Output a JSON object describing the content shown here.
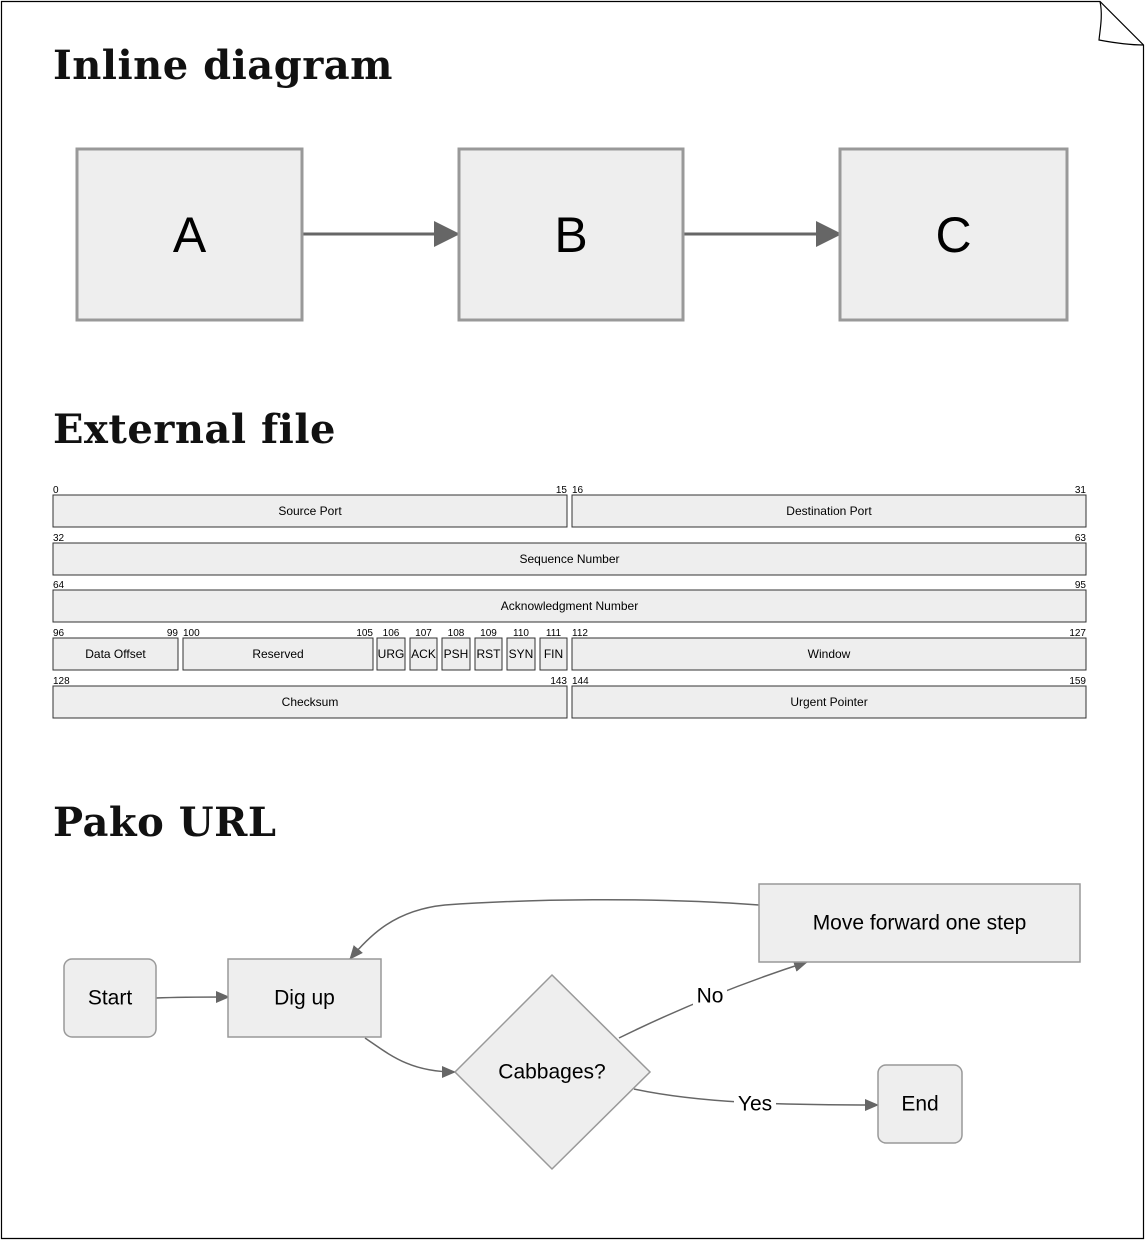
{
  "sections": {
    "inline_title": "Inline diagram",
    "external_title": "External file",
    "pako_title": "Pako URL"
  },
  "inline_diagram": {
    "nodes": [
      "A",
      "B",
      "C"
    ]
  },
  "packet": {
    "rows": [
      [
        {
          "label": "Source Port",
          "start": "0",
          "end": "15"
        },
        {
          "label": "Destination Port",
          "start": "16",
          "end": "31"
        }
      ],
      [
        {
          "label": "Sequence Number",
          "start": "32",
          "end": "63"
        }
      ],
      [
        {
          "label": "Acknowledgment Number",
          "start": "64",
          "end": "95"
        }
      ],
      [
        {
          "label": "Data Offset",
          "start": "96",
          "end": "99"
        },
        {
          "label": "Reserved",
          "start": "100",
          "end": "105"
        },
        {
          "label": "URG",
          "start": "106"
        },
        {
          "label": "ACK",
          "start": "107"
        },
        {
          "label": "PSH",
          "start": "108"
        },
        {
          "label": "RST",
          "start": "109"
        },
        {
          "label": "SYN",
          "start": "110"
        },
        {
          "label": "FIN",
          "start": "111"
        },
        {
          "label": "Window",
          "start": "112",
          "end": "127"
        }
      ],
      [
        {
          "label": "Checksum",
          "start": "128",
          "end": "143"
        },
        {
          "label": "Urgent Pointer",
          "start": "144",
          "end": "159"
        }
      ]
    ]
  },
  "flowchart": {
    "start": "Start",
    "dig_up": "Dig up",
    "decision": "Cabbages?",
    "move_forward": "Move forward one step",
    "end": "End",
    "no_label": "No",
    "yes_label": "Yes"
  },
  "colors": {
    "box_fill": "#eeeeee",
    "box_stroke": "#999999",
    "arrow": "#666666",
    "packet_stroke": "#333333"
  }
}
